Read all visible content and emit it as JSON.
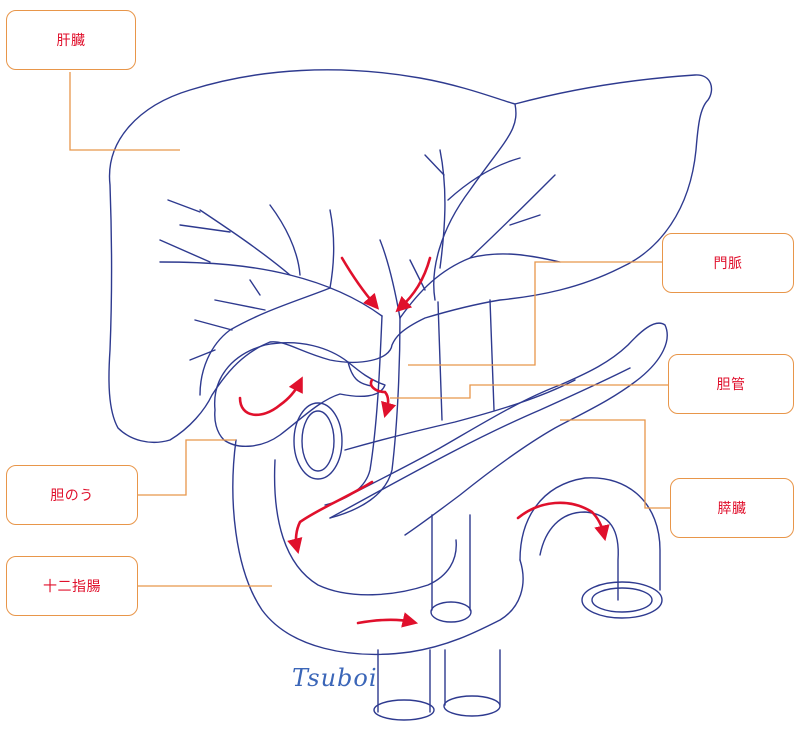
{
  "labels": {
    "liver": "肝臓",
    "portal_vein": "門脈",
    "bile_duct": "胆管",
    "gallbladder": "胆のう",
    "pancreas": "膵臓",
    "duodenum": "十二指腸"
  },
  "signature": "Tsuboi",
  "colors": {
    "outline": "#2e3a8f",
    "arrow": "#e0102c",
    "leader": "#e8964a",
    "label_text": "#e0102c"
  }
}
